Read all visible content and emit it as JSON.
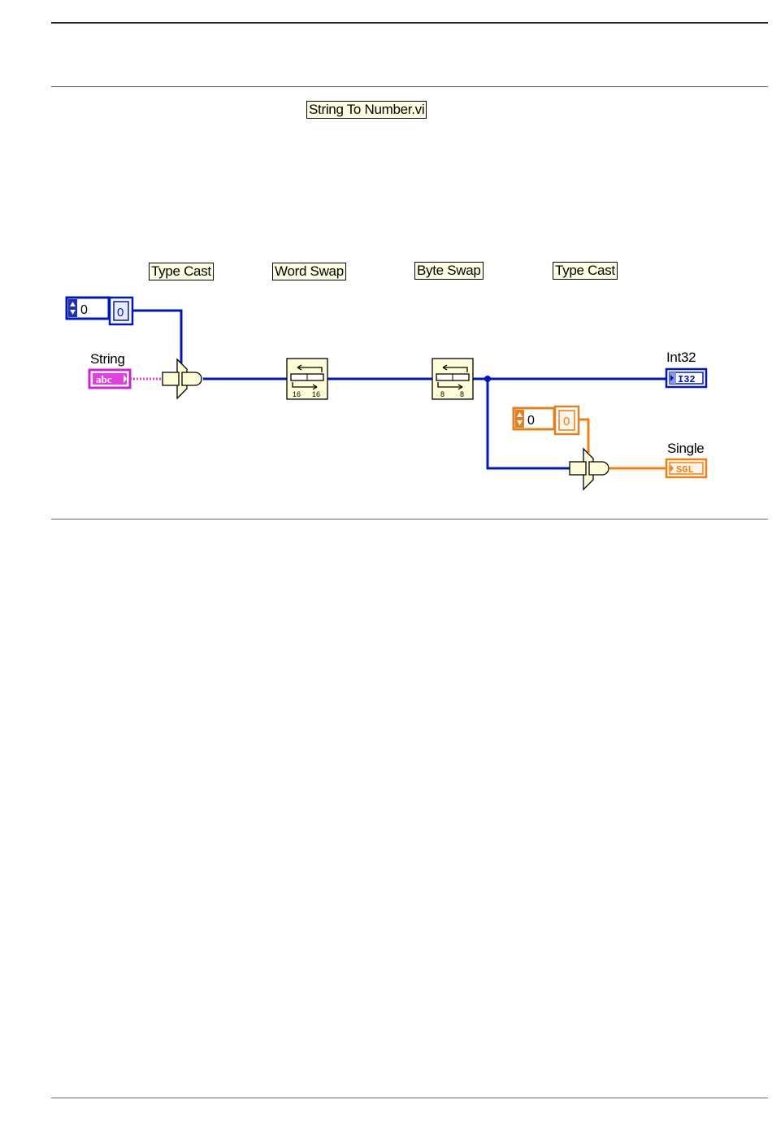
{
  "vi_title": "String To Number.vi",
  "function_labels": {
    "type_cast_1": "Type Cast",
    "word_swap": "Word Swap",
    "byte_swap": "Byte Swap",
    "type_cast_2": "Type Cast"
  },
  "terminals": {
    "string": {
      "label": "String",
      "type_text": "abc"
    },
    "int32": {
      "label": "Int32",
      "type_text": "I32"
    },
    "single": {
      "label": "Single",
      "type_text": "SGL"
    }
  },
  "constants": {
    "int_constant_value": "0",
    "int_constant_display": "0",
    "sgl_constant_value": "0",
    "sgl_constant_display": "0"
  },
  "swap_icons": {
    "word_swap_bits": [
      "16",
      "16"
    ],
    "byte_swap_bits": [
      "8",
      "8"
    ]
  },
  "colors": {
    "integer_wire": "#0018b4",
    "string_wire": "#e040e0",
    "float_wire": "#f08010",
    "node_fill": "#fffcd8"
  }
}
